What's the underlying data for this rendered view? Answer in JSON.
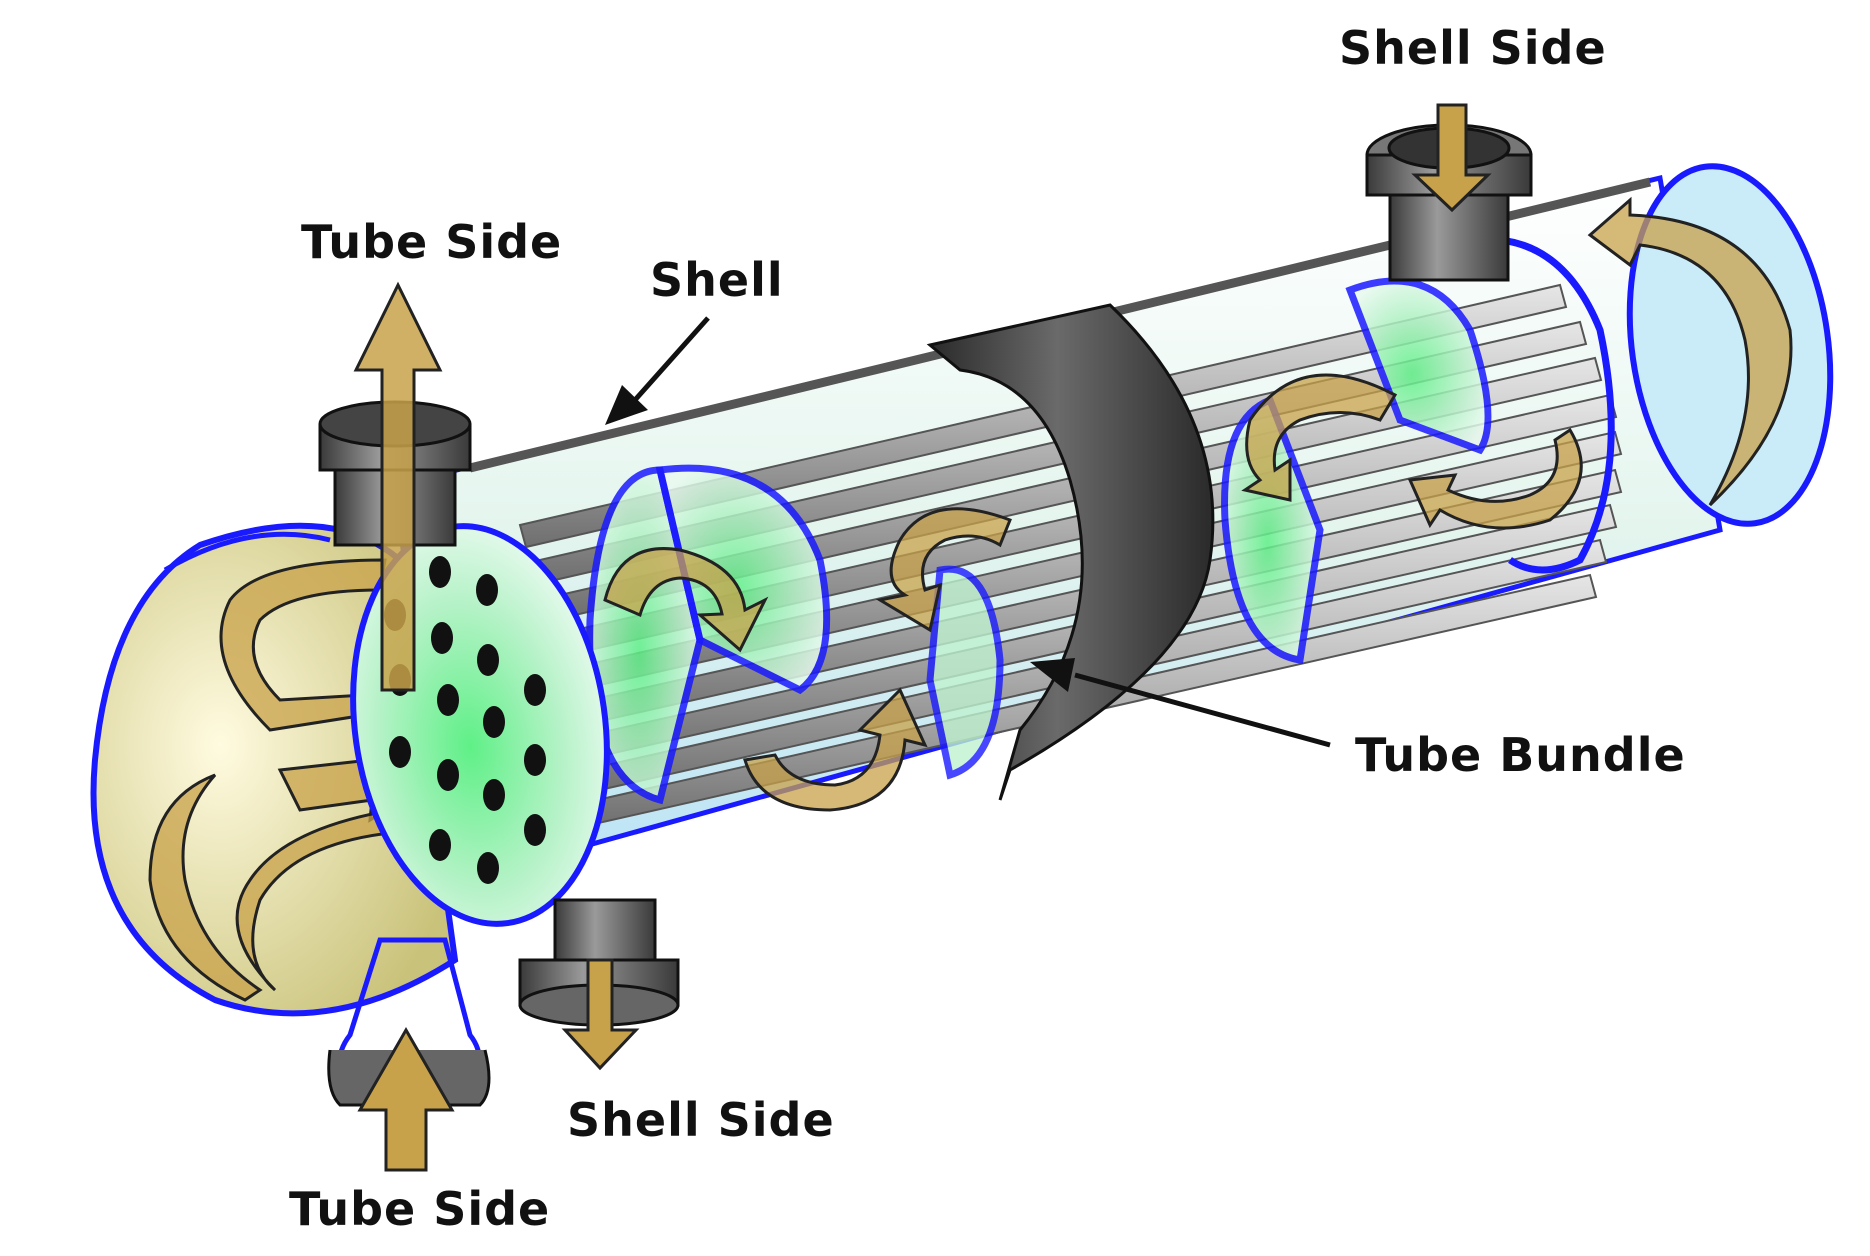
{
  "labels": {
    "shell_side_top": "Shell Side",
    "tube_side_top": "Tube Side",
    "shell": "Shell",
    "tube_bundle": "Tube Bundle",
    "shell_side_bottom": "Shell Side",
    "tube_side_bottom": "Tube Side"
  },
  "colors": {
    "shell_body": "#cfeef7",
    "shell_outline": "#1a1aff",
    "baffle": "#7ef0a0",
    "tube": "#b9b9b9",
    "flow_arrow": "#c8a24a",
    "nozzle": "#555555",
    "support_band": "#3c3c3c",
    "channel_head": "#f4efb8"
  }
}
